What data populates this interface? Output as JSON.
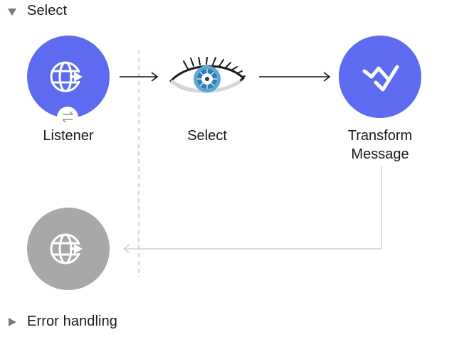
{
  "flow": {
    "title": "Select",
    "nodes": {
      "listener": "Listener",
      "select": "Select",
      "transform": "Transform\nMessage"
    }
  },
  "error": {
    "title": "Error handling"
  },
  "colors": {
    "accent": "#5c6bf0",
    "inactive": "#a8a8a8",
    "arrow": "#111111",
    "return_arrow": "#cfcfcf",
    "divider": "#c8c8c8"
  },
  "icons": {
    "listener": "globe-arrow-icon",
    "select": "cassandra-eye-icon",
    "transform": "dataweave-icon",
    "sync": "swap-arrows-icon",
    "error_source": "globe-arrow-icon"
  }
}
